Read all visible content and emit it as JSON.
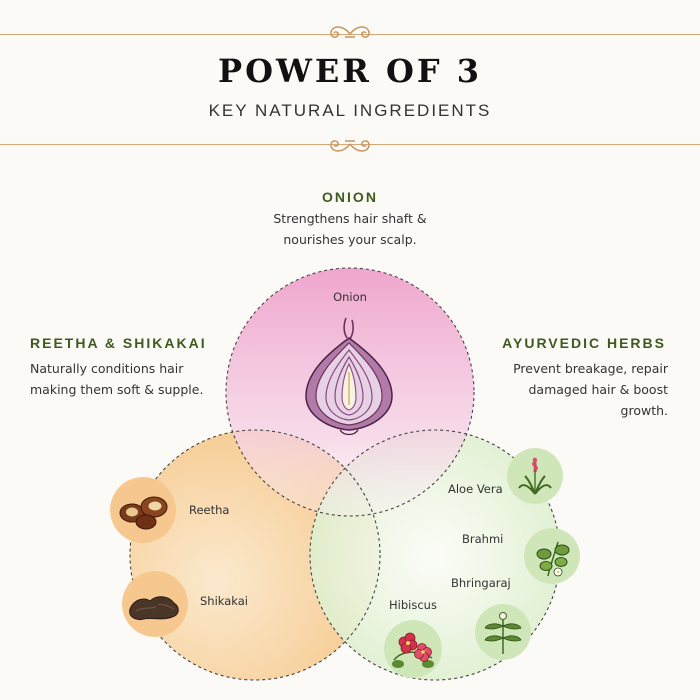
{
  "header": {
    "title": "POWER OF 3",
    "subtitle": "KEY NATURAL INGREDIENTS"
  },
  "onion": {
    "heading": "ONION",
    "desc_lines": [
      "Strengthens hair shaft &",
      "nourishes your scalp."
    ],
    "circle_label": "Onion"
  },
  "reetha": {
    "heading": "REETHA & SHIKAKAI",
    "desc_lines": [
      "Naturally conditions hair",
      "making them soft & supple."
    ],
    "items": [
      "Reetha",
      "Shikakai"
    ]
  },
  "herbs": {
    "heading": "AYURVEDIC HERBS",
    "desc_lines": [
      "Prevent breakage, repair",
      "damaged hair & boost",
      "growth."
    ],
    "items": [
      "Aloe Vera",
      "Brahmi",
      "Bhringaraj",
      "Hibiscus"
    ]
  },
  "colors": {
    "accent_gold": "#d4a878",
    "heading_green": "#3d5a1f",
    "onion_pink": "#f2c4dc",
    "reetha_orange": "#f7d3a3",
    "herbs_green": "#d9ecc8"
  }
}
